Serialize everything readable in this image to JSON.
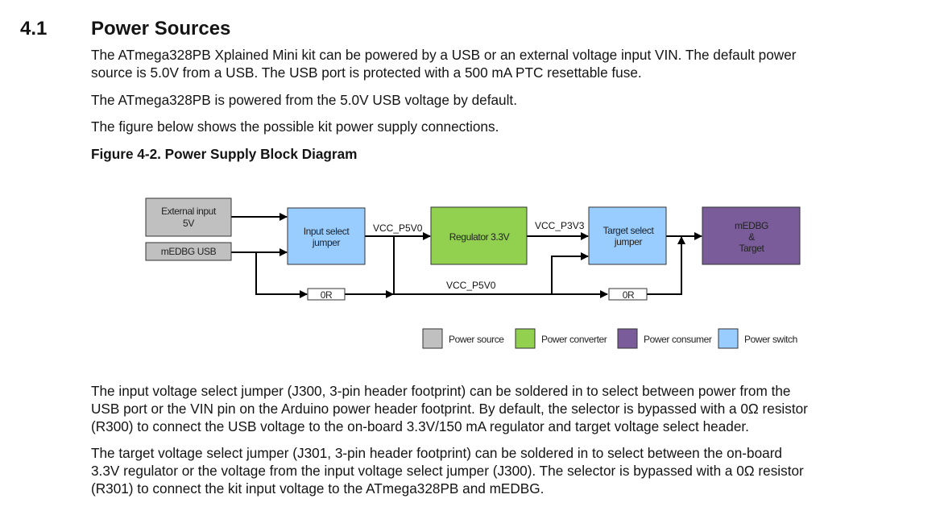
{
  "section": {
    "number": "4.1",
    "title": "Power Sources"
  },
  "paragraphs": {
    "p1_line1": "The ATmega328PB Xplained Mini kit can be powered by a USB or an external voltage input VIN. The default power",
    "p1_line2": "source is 5.0V from a USB. The USB port is protected with a 500 mA PTC resettable fuse.",
    "p2": "The ATmega328PB is powered from the 5.0V USB voltage by default.",
    "p3": "The figure below shows the possible kit power supply connections.",
    "p4_line1": "The input voltage select jumper (J300, 3-pin header footprint) can be soldered in to select between power from the",
    "p4_line2": "USB port or the VIN pin on the Arduino power header footprint. By default, the selector is bypassed with a 0Ω resistor",
    "p4_line3": "(R300) to connect the USB voltage to the on-board 3.3V/150 mA regulator and target voltage select header.",
    "p5_line1": "The target voltage select jumper (J301, 3-pin header footprint) can be soldered in to select between the on-board",
    "p5_line2": "3.3V regulator or the voltage from the input voltage select jumper (J300). The selector is bypassed with a 0Ω resistor",
    "p5_line3": "(R301) to connect the kit input voltage to the ATmega328PB and mEDBG."
  },
  "figure": {
    "caption": "Figure 4-2.  Power Supply Block Diagram",
    "blocks": {
      "external_input": {
        "line1": "External input",
        "line2": "5V",
        "category": "Power source"
      },
      "medbg_usb": {
        "label": "mEDBG USB",
        "category": "Power source"
      },
      "input_select": {
        "line1": "Input select",
        "line2": "jumper",
        "category": "Power switch"
      },
      "regulator": {
        "label": "Regulator 3.3V",
        "category": "Power converter"
      },
      "target_select": {
        "line1": "Target select",
        "line2": "jumper",
        "category": "Power switch"
      },
      "medbg_target": {
        "line1": "mEDBG",
        "line2": "&",
        "line3": "Target",
        "category": "Power consumer"
      }
    },
    "resistors": {
      "r300": "0R",
      "r301": "0R"
    },
    "nets": {
      "vcc_p5v0_top": "VCC_P5V0",
      "vcc_p3v3": "VCC_P3V3",
      "vcc_p5v0_bottom": "VCC_P5V0"
    },
    "legend": [
      {
        "label": "Power source",
        "color": "#c0c0c0"
      },
      {
        "label": "Power converter",
        "color": "#92d050"
      },
      {
        "label": "Power consumer",
        "color": "#7a5c9a"
      },
      {
        "label": "Power switch",
        "color": "#99ccff"
      }
    ]
  }
}
